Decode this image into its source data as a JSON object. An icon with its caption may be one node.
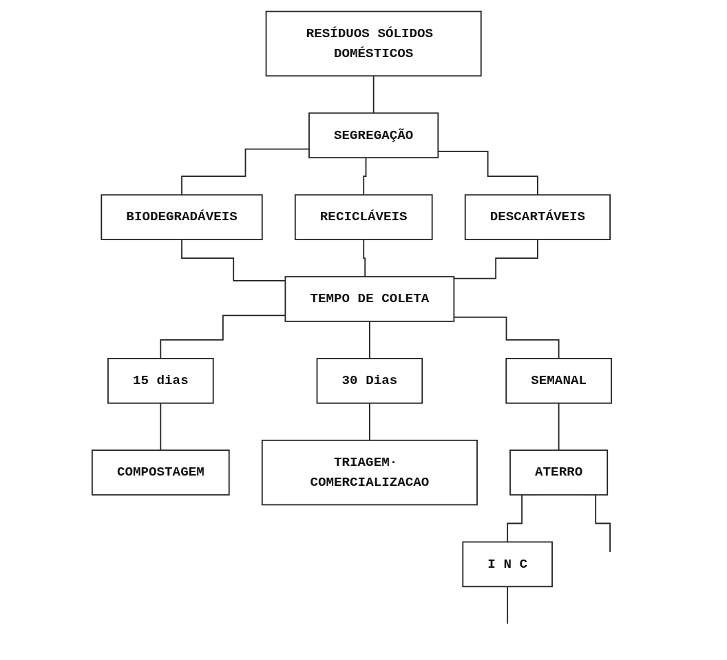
{
  "diagram": {
    "nodes": [
      {
        "text": [
          "RESÍDUOS SÓLIDOS DOMÉSTICOS"
        ]
      },
      {
        "text": [
          "SEGREGAÇÃO"
        ]
      },
      {
        "text": [
          "BIODEGRADÁVEIS"
        ]
      },
      {
        "text": [
          "RECICLÁVEIS"
        ]
      },
      {
        "text": [
          "DESCARTÁVEIS"
        ]
      },
      {
        "text": [
          "TEMPO DE COLETA"
        ]
      },
      {
        "text": [
          "15 dias"
        ]
      },
      {
        "text": [
          "30 Dias"
        ]
      },
      {
        "text": [
          "SEMANAL"
        ]
      },
      {
        "text": [
          "COMPOSTAGEM"
        ]
      },
      {
        "text": [
          "TRIAGEM· COMERCIALIZACAO"
        ]
      },
      {
        "text": [
          "ATERRO"
        ]
      },
      {
        "text": [
          "I N C"
        ]
      }
    ],
    "edges": [
      {
        "from": 0,
        "to": 1,
        "arrow": "none"
      },
      {
        "from": 1,
        "to": 2,
        "arrow": "none"
      },
      {
        "from": 1,
        "to": 3,
        "arrow": "none"
      },
      {
        "from": 1,
        "to": 4,
        "arrow": "none"
      },
      {
        "from": 2,
        "to": 5,
        "arrow": "none"
      },
      {
        "from": 3,
        "to": 5,
        "arrow": "none"
      },
      {
        "from": 4,
        "to": 5,
        "arrow": "none"
      },
      {
        "from": 5,
        "to": 6,
        "arrow": "none"
      },
      {
        "from": 5,
        "to": 7,
        "arrow": "none"
      },
      {
        "from": 5,
        "to": 8,
        "arrow": "none"
      },
      {
        "from": 6,
        "to": 9,
        "arrow": "none"
      },
      {
        "from": 7,
        "to": 10,
        "arrow": "none"
      },
      {
        "from": 8,
        "to": 11,
        "arrow": "none"
      },
      {
        "from": 11,
        "to": 12,
        "arrow": "none"
      },
      {
        "from": 11,
        "to": null,
        "arrow": "none"
      },
      {
        "from": 12,
        "to": null,
        "arrow": "none"
      }
    ]
  }
}
